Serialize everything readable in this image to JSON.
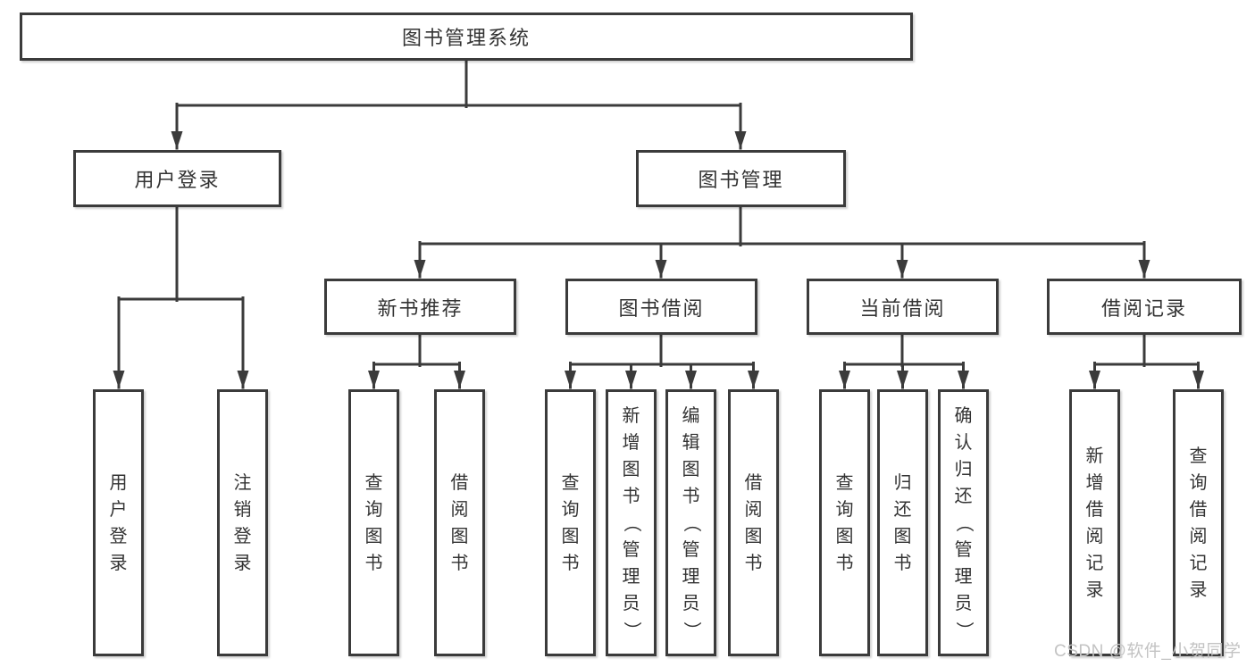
{
  "diagram_type": "hierarchy-tree",
  "colors": {
    "line": "#3b3b3b",
    "text": "#333333",
    "background": "#ffffff",
    "watermark": "#c3c3c3"
  },
  "tree": {
    "label": "图书管理系统",
    "children": [
      {
        "label": "用户登录",
        "children": [
          {
            "label": "用户登录"
          },
          {
            "label": "注销登录"
          }
        ]
      },
      {
        "label": "图书管理",
        "children": [
          {
            "label": "新书推荐",
            "children": [
              {
                "label": "查询图书"
              },
              {
                "label": "借阅图书"
              }
            ]
          },
          {
            "label": "图书借阅",
            "children": [
              {
                "label": "查询图书"
              },
              {
                "label": "新增图书（管理员）"
              },
              {
                "label": "编辑图书（管理员）"
              },
              {
                "label": "借阅图书"
              }
            ]
          },
          {
            "label": "当前借阅",
            "children": [
              {
                "label": "查询图书"
              },
              {
                "label": "归还图书"
              },
              {
                "label": "确认归还（管理员）"
              }
            ]
          },
          {
            "label": "借阅记录",
            "children": [
              {
                "label": "新增借阅记录"
              },
              {
                "label": "查询借阅记录"
              }
            ]
          }
        ]
      }
    ]
  },
  "watermark": {
    "text": "CSDN @软件_小贺同学"
  }
}
